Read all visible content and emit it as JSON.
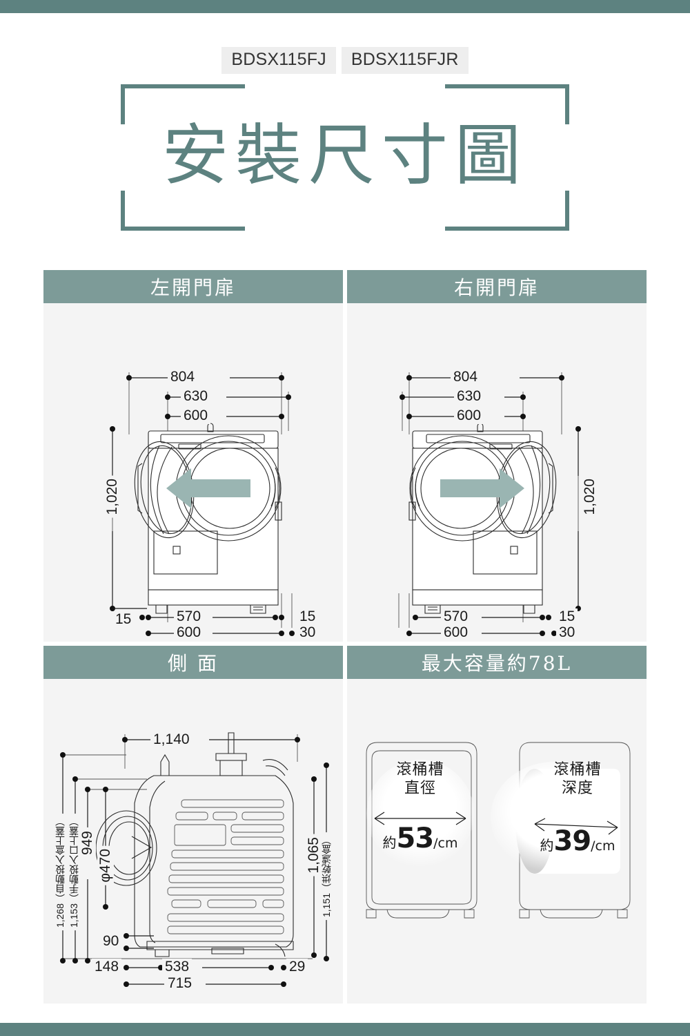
{
  "theme": {
    "bar_color": "#5d8280",
    "header_color": "#7d9b98",
    "panel_bg": "#f4f4f4",
    "arrow_color": "#9ab5b2",
    "title_color": "#5d8280"
  },
  "models": [
    {
      "label": "BDSX115FJ"
    },
    {
      "label": "BDSX115FJR"
    }
  ],
  "title": "安裝尺寸圖",
  "panels": {
    "left_door": {
      "header": "左開門扉",
      "dimensions": {
        "top": [
          "804",
          "630",
          "600"
        ],
        "height": "1,020",
        "bottom_left_gap": "15",
        "bottom_inner": "570",
        "bottom_outer": "600",
        "right_gap": "15",
        "right_gap2": "30"
      }
    },
    "right_door": {
      "header": "右開門扉",
      "dimensions": {
        "top": [
          "804",
          "630",
          "600"
        ],
        "height": "1,020",
        "bottom_inner": "570",
        "bottom_outer": "600",
        "right_gap": "15",
        "right_gap2": "30"
      }
    },
    "side": {
      "header": "側 面",
      "dimensions": {
        "top": "1,140",
        "left": [
          "1,268（自動投入盒上蓋）",
          "1,153（手動投入口上蓋）",
          "949"
        ],
        "diameter": "φ470",
        "right": [
          "1,065",
          "1,151（烘乾濾盒）"
        ],
        "bottom": [
          "90",
          "148",
          "538",
          "29",
          "715"
        ]
      }
    },
    "capacity": {
      "header": "最大容量約78L",
      "cards": [
        {
          "title_line1": "滾桶槽",
          "title_line2": "直徑",
          "prefix": "約",
          "value": "53",
          "unit": "/cm"
        },
        {
          "title_line1": "滾桶槽",
          "title_line2": "深度",
          "prefix": "約",
          "value": "39",
          "unit": "/cm"
        }
      ]
    }
  }
}
